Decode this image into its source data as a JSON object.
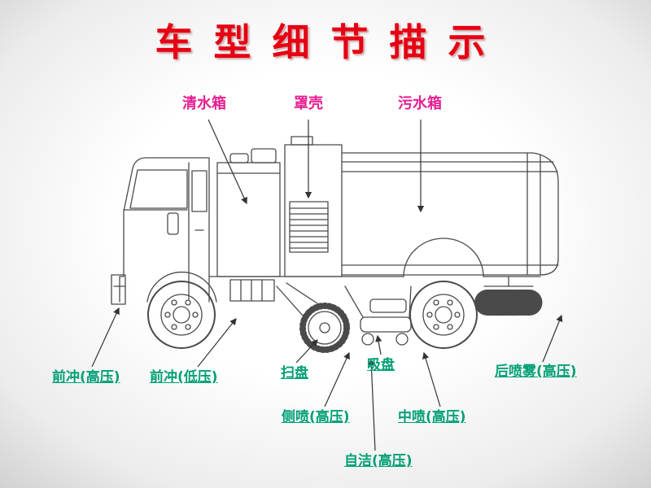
{
  "title": "车型细节描示",
  "colors": {
    "title": "#e60012",
    "part_label_top": "#e71f92",
    "part_label_bottom": "#00a076",
    "line_art": "#4a4a4a",
    "arrow": "#333333",
    "background_edge": "#cfcfcf"
  },
  "top_labels": [
    {
      "label": "清水箱"
    },
    {
      "label": "罩壳"
    },
    {
      "label": "污水箱"
    }
  ],
  "bottom_labels": [
    {
      "label": "前冲(高压)"
    },
    {
      "label": "前冲(低压)"
    },
    {
      "label": "扫盘"
    },
    {
      "label": "吸盘"
    },
    {
      "label": "后喷雾(高压)"
    },
    {
      "label": "侧喷(高压)"
    },
    {
      "label": "中喷(高压)"
    },
    {
      "label": "自洁(高压)"
    }
  ]
}
